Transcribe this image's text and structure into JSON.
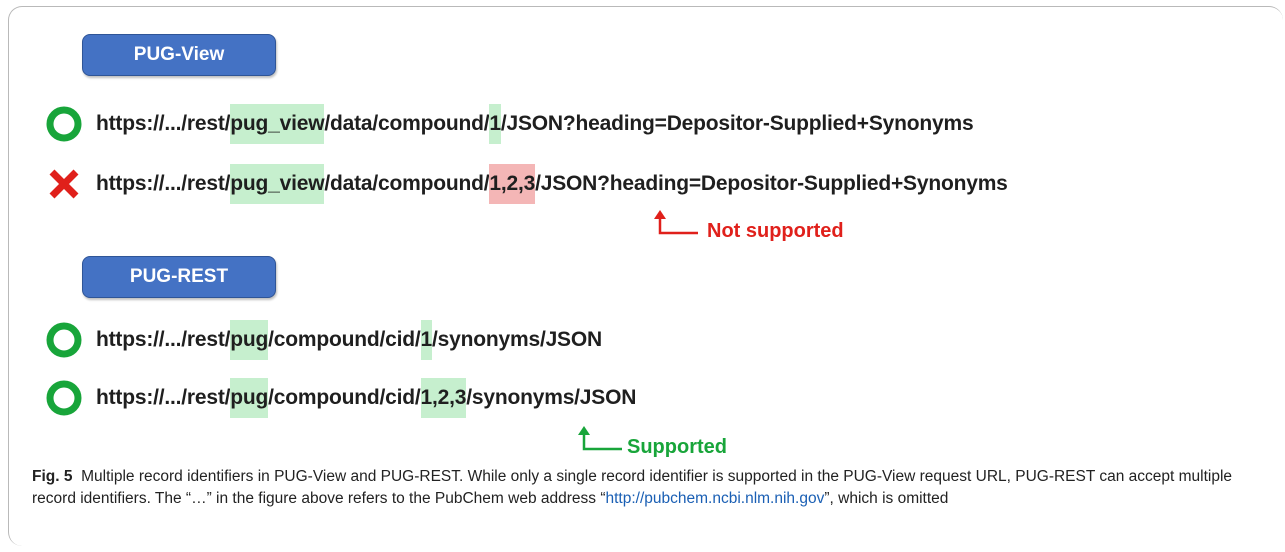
{
  "figure": {
    "pug_view_label": "PUG-View",
    "pug_rest_label": "PUG-REST",
    "rows": [
      {
        "status": "supported",
        "parts": [
          "https://.../rest/",
          "pug_view",
          "/data/compound/",
          "1",
          "/JSON?heading=Depositor-Supplied+Synonyms"
        ]
      },
      {
        "status": "unsupported",
        "parts": [
          "https://.../rest/",
          "pug_view",
          "/data/compound/",
          "1,2,3",
          "/JSON?heading=Depositor-Supplied+Synonyms"
        ]
      },
      {
        "status": "supported",
        "parts": [
          "https://.../rest/",
          "pug",
          "/compound/cid/",
          "1",
          "/synonyms/JSON"
        ]
      },
      {
        "status": "supported",
        "parts": [
          "https://.../rest/",
          "pug",
          "/compound/cid/",
          "1,2,3",
          "/synonyms/JSON"
        ]
      }
    ],
    "not_supported_note": "Not supported",
    "supported_note": "Supported",
    "colors": {
      "green": "#18a53a",
      "red": "#e0201b",
      "highlight_green": "#c6efce",
      "highlight_red": "#f4b6b6",
      "pill_blue": "#4472c4"
    }
  },
  "caption": {
    "label": "Fig. 5",
    "text_1": "Multiple record identifiers in PUG-View and PUG-REST. While only a single record identifier is supported in the PUG-View request URL, PUG-REST can accept multiple record identifiers. The “…” in the figure above refers to the PubChem web address “",
    "link": "http://pubchem.ncbi.nlm.nih.gov",
    "text_2": "”, which is omitted"
  }
}
